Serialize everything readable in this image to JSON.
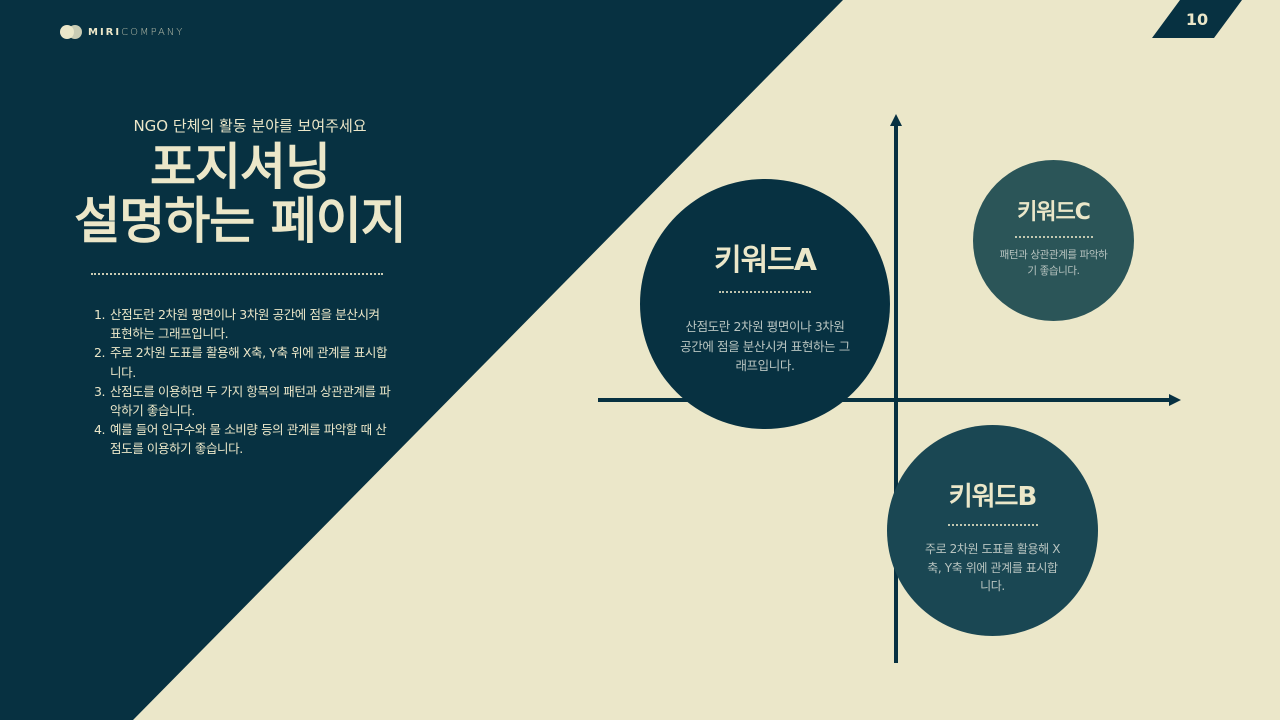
{
  "logo": {
    "bold": "MIRI",
    "light": "COMPANY"
  },
  "page_number": "10",
  "header": {
    "subtitle": "NGO 단체의 활동 분야를 보여주세요",
    "title_line1": "포지셔닝",
    "title_line2": "설명하는 페이지"
  },
  "description": [
    {
      "num": "1.",
      "text": "산점도란 2차원 평면이나 3차원 공간에 점을 분산시켜 표현하는 그래프입니다."
    },
    {
      "num": "2.",
      "text": "주로 2차원 도표를 활용해 X축, Y축 위에 관계를 표시합니다."
    },
    {
      "num": "3.",
      "text": "산점도를 이용하면 두 가지 항목의 패턴과 상관관계를 파악하기 좋습니다."
    },
    {
      "num": "4.",
      "text": "예를 들어 인구수와 물 소비량 등의 관계를 파악할 때 산점도를 이용하기 좋습니다."
    }
  ],
  "keywords": {
    "a": {
      "title": "키워드A",
      "body": "산점도란 2차원 평면이나 3차원 공간에 점을 분산시켜 표현하는 그래프입니다."
    },
    "b": {
      "title": "키워드B",
      "body": "주로 2차원 도표를 활용해 X축, Y축 위에 관계를 표시합니다."
    },
    "c": {
      "title": "키워드C",
      "body": "패턴과 상관관계를 파악하기 좋습니다."
    }
  },
  "colors": {
    "dark": "#073141",
    "background": "#ebe7c9",
    "bubble_b": "#1a4753",
    "bubble_c": "#2b5558"
  },
  "chart_data": {
    "type": "scatter",
    "title": "",
    "xlabel": "",
    "ylabel": "",
    "points": [
      {
        "label": "키워드A",
        "quadrant": "upper-left",
        "size": "large"
      },
      {
        "label": "키워드B",
        "quadrant": "lower-right",
        "size": "medium"
      },
      {
        "label": "키워드C",
        "quadrant": "upper-right",
        "size": "small"
      }
    ],
    "grid": false
  }
}
